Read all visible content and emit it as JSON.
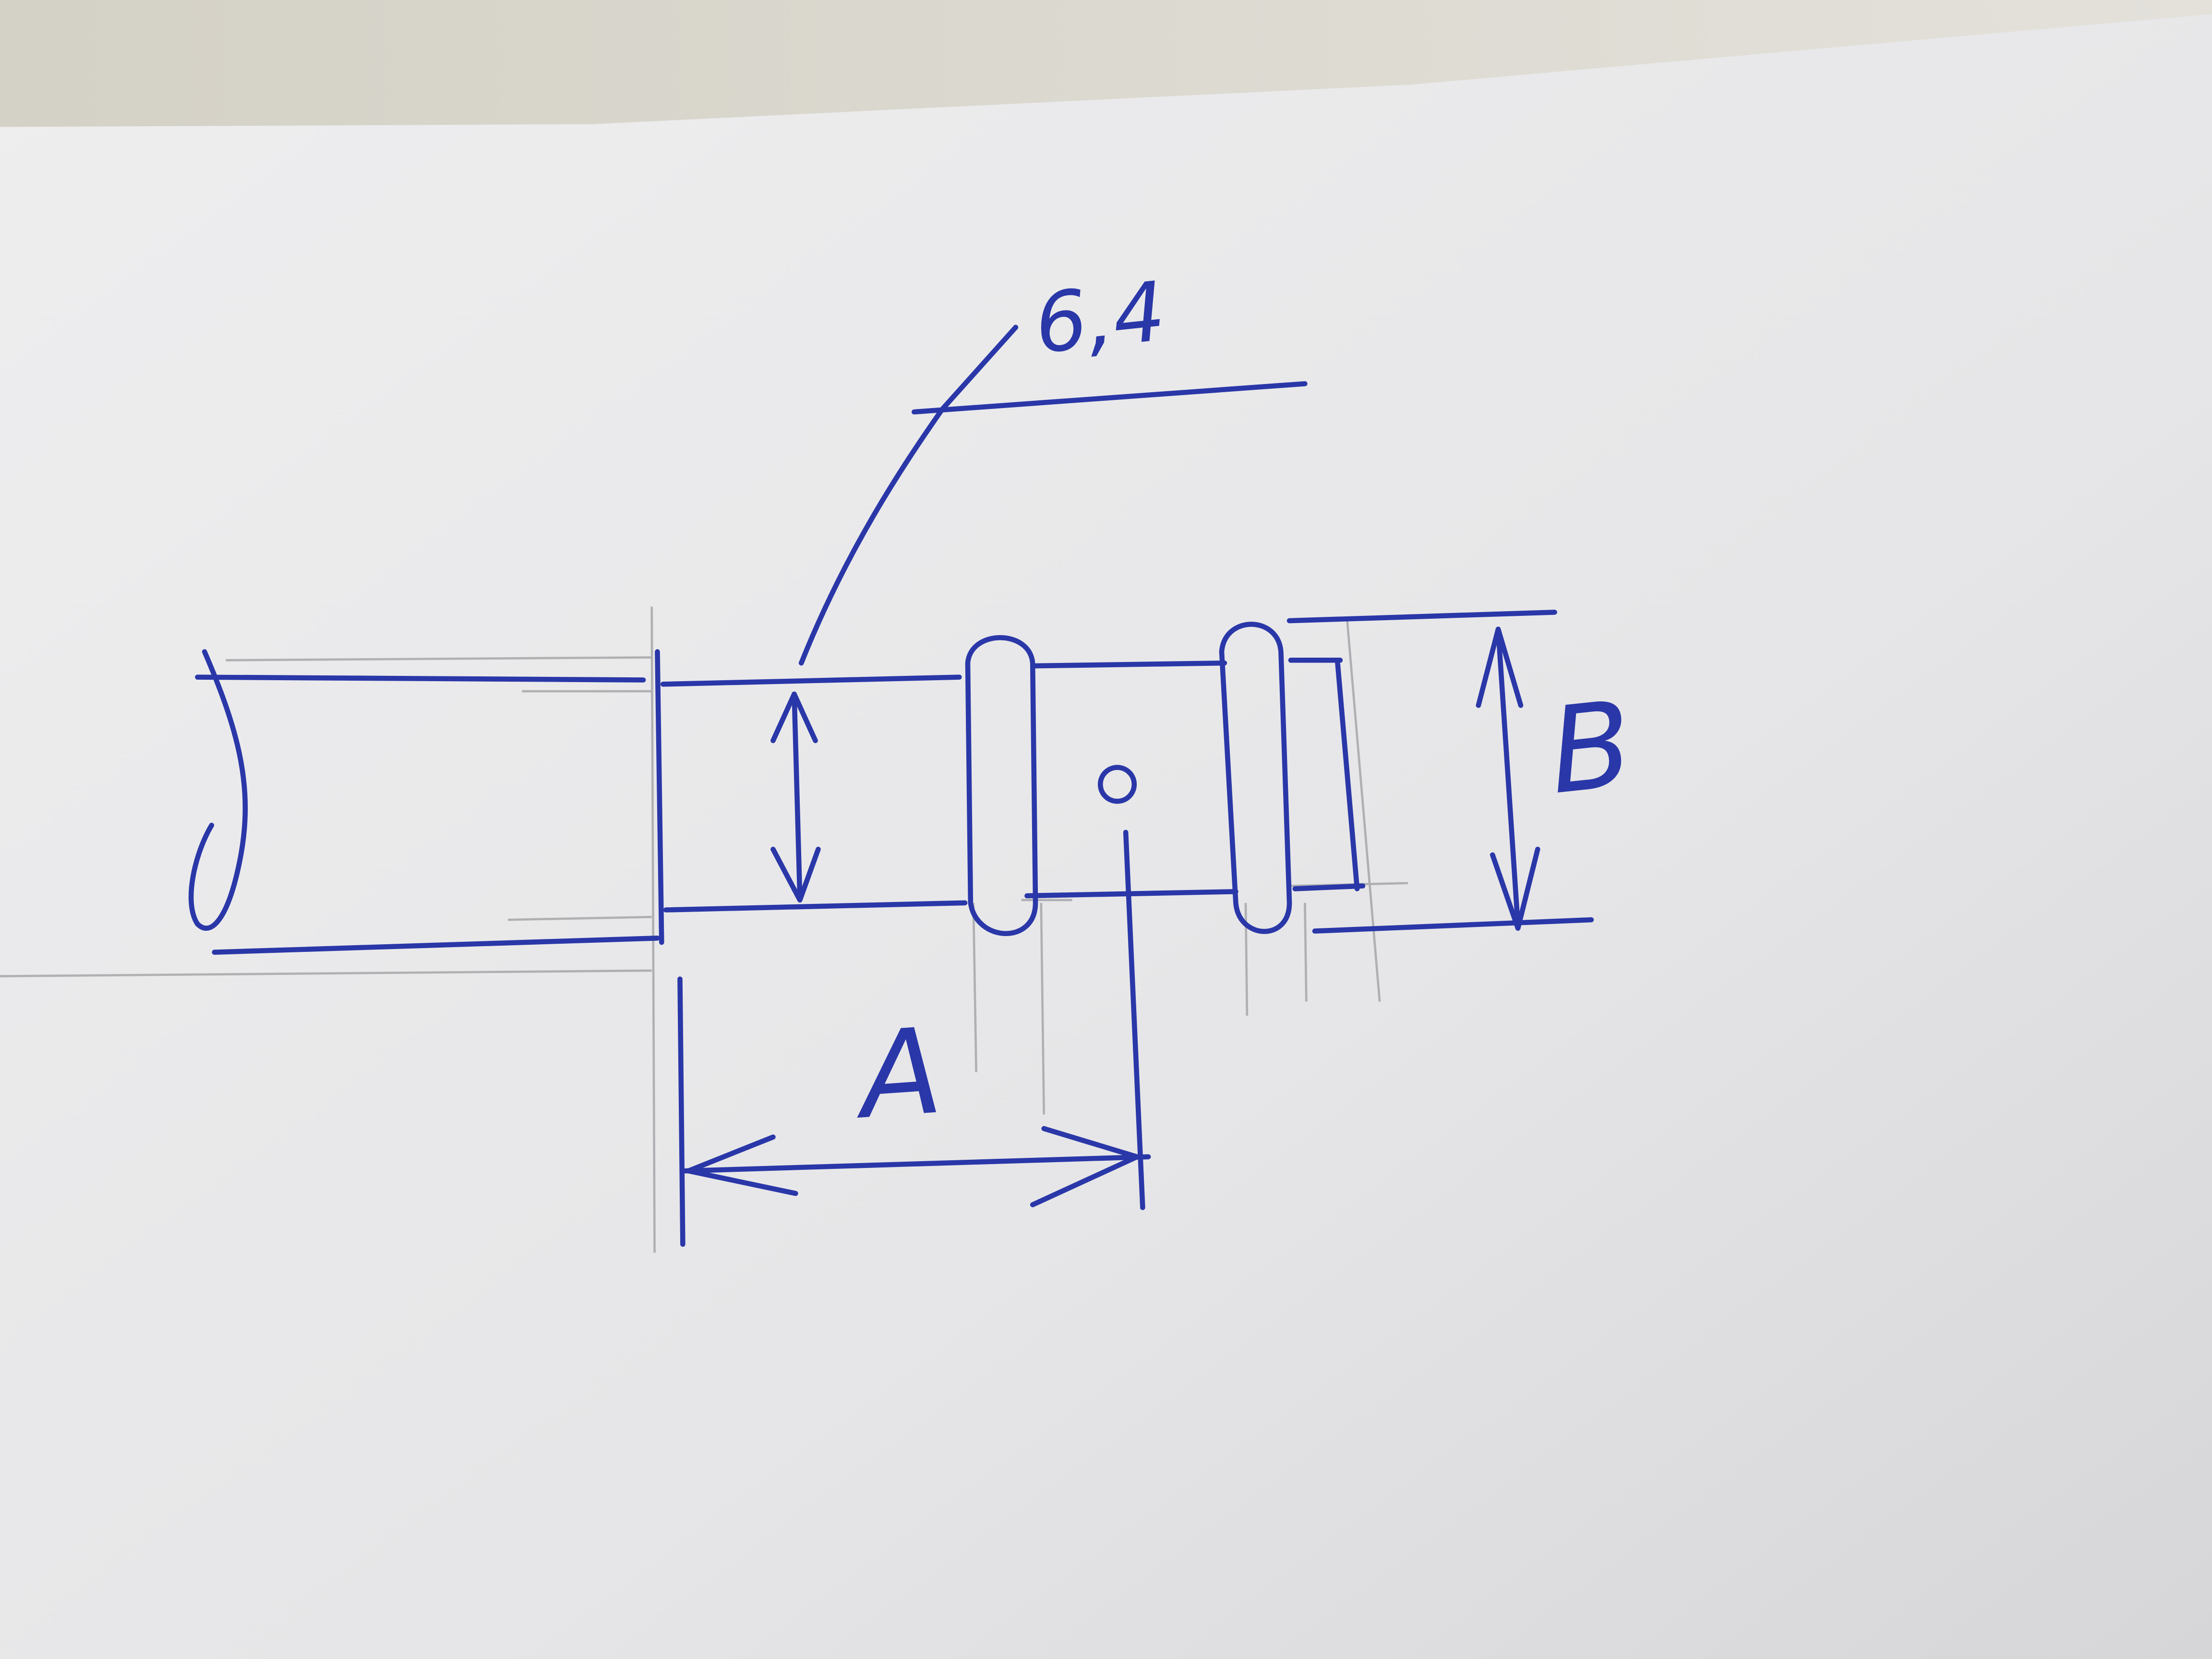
{
  "sketch": {
    "dimension_label": "6,4",
    "label_a": "A",
    "label_b": "B"
  },
  "colors": {
    "ink": "#2a37a8",
    "pencil": "#9e9e9e",
    "paper": "#e8e8e9",
    "background": "#d8d5cc"
  }
}
